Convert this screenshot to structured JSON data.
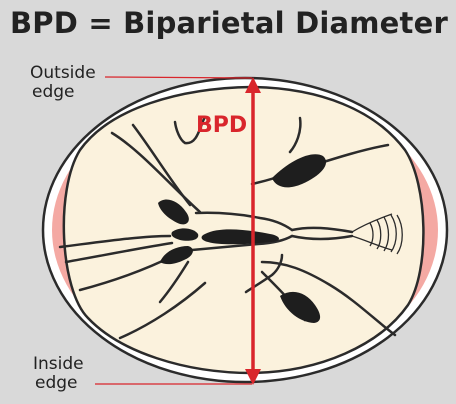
{
  "title": "BPD = Biparietal Diameter",
  "labels": {
    "outside_line1": "Outside",
    "outside_line2": "edge",
    "inside_line1": "Inside",
    "inside_line2": "edge",
    "measure": "BPD"
  },
  "colors": {
    "background": "#d9d9d9",
    "skull_outer": "#ffffff",
    "skull_pink": "#f4a9a3",
    "brain_fill": "#fbf2dd",
    "outline": "#2b2b2b",
    "ventricle": "#1e1e1e",
    "measure_line": "#d9262c"
  }
}
